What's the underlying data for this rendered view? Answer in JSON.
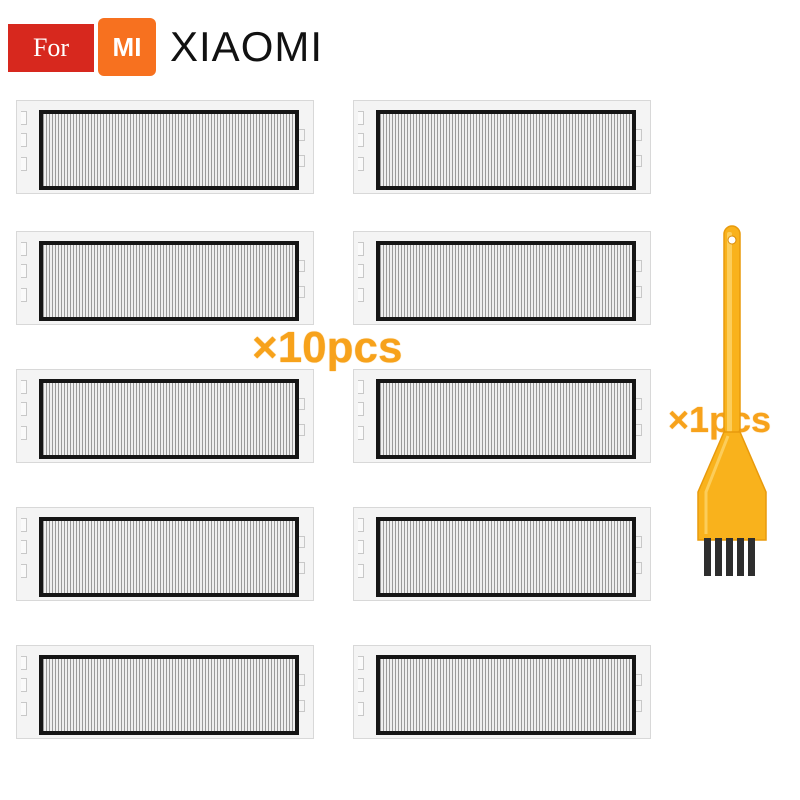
{
  "badge": {
    "for_label": "For",
    "colors": {
      "badge": "#d7281e",
      "logo": "#f7711f"
    }
  },
  "brand": {
    "logo_text": "MI",
    "name": "XIAOMI"
  },
  "products": {
    "filter_quantity": "×10pcs",
    "brush_quantity": "×1pcs",
    "filter_count": 10,
    "accent_color": "#f7a21b"
  }
}
